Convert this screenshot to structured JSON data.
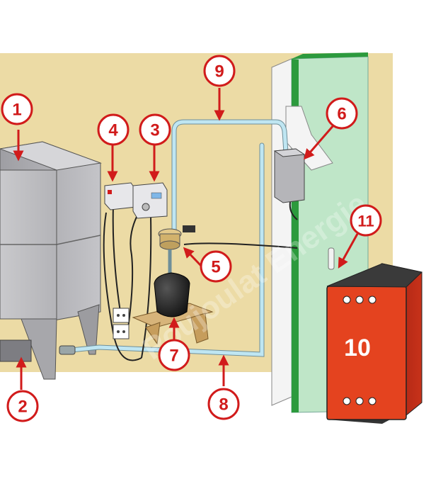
{
  "diagram": {
    "watermark": "Poujoulat Energie",
    "colors": {
      "wall": "#ecdba5",
      "callout_red": "#d11b1b",
      "pipe_blue": "#bfe6f2",
      "panel_green": "#bfe6c8",
      "stove_orange": "#e4431f"
    },
    "callouts": [
      {
        "id": "1",
        "label": "1"
      },
      {
        "id": "2",
        "label": "2"
      },
      {
        "id": "3",
        "label": "3"
      },
      {
        "id": "4",
        "label": "4"
      },
      {
        "id": "5",
        "label": "5"
      },
      {
        "id": "6",
        "label": "6"
      },
      {
        "id": "7",
        "label": "7"
      },
      {
        "id": "8",
        "label": "8"
      },
      {
        "id": "9",
        "label": "9"
      },
      {
        "id": "10",
        "label": "10"
      },
      {
        "id": "11",
        "label": "11"
      }
    ],
    "stove_label": "10"
  }
}
